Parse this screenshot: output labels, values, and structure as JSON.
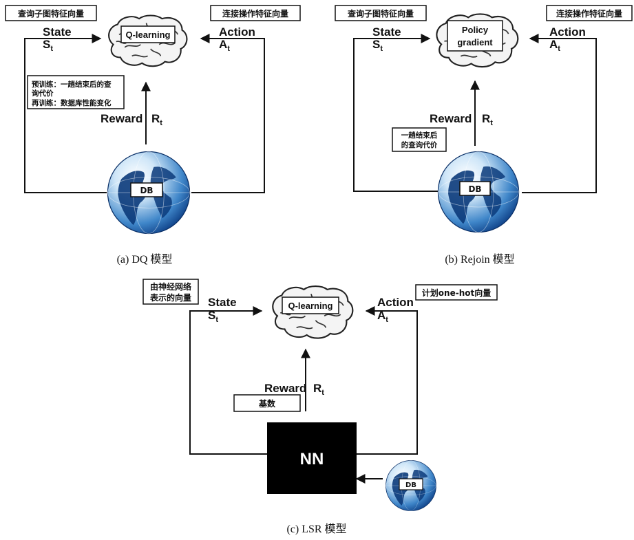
{
  "panel_a": {
    "top_left_box": "查询子图特征向量",
    "top_right_box": "连接操作特征向量",
    "state_label": "State",
    "state_symbol": "S",
    "state_sub": "t",
    "action_label": "Action",
    "action_symbol": "A",
    "action_sub": "t",
    "brain_label": "Q-learning",
    "reward_label": "Reward",
    "reward_symbol": "R",
    "reward_sub": "t",
    "note_line1": "预训练：一趟结束后的查",
    "note_line2": "询代价",
    "note_line3": "再训练：数据库性能变化",
    "db_label": "DB",
    "caption": "(a) DQ 模型"
  },
  "panel_b": {
    "top_left_box": "查询子图特征向量",
    "top_right_box": "连接操作特征向量",
    "state_label": "State",
    "state_symbol": "S",
    "state_sub": "t",
    "action_label": "Action",
    "action_symbol": "A",
    "action_sub": "t",
    "brain_line1": "Policy",
    "brain_line2": "gradient",
    "reward_label": "Reward",
    "reward_symbol": "R",
    "reward_sub": "t",
    "note_line1": "一趟结束后",
    "note_line2": "的查询代价",
    "db_label": "DB",
    "caption": "(b) Rejoin 模型"
  },
  "panel_c": {
    "top_left_line1": "由神经网络",
    "top_left_line2": "表示的向量",
    "top_right_box": "计划one-hot向量",
    "state_label": "State",
    "state_symbol": "S",
    "state_sub": "t",
    "action_label": "Action",
    "action_symbol": "A",
    "action_sub": "t",
    "brain_label": "Q-learning",
    "reward_label": "Reward",
    "reward_symbol": "R",
    "reward_sub": "t",
    "note": "基数",
    "nn_label": "NN",
    "db_label": "DB",
    "caption": "(c) LSR 模型"
  },
  "colors": {
    "ink": "#111111",
    "ocean_light": "#d9ecfa",
    "ocean_dark": "#1f5fa8",
    "land": "#0b3a7a",
    "nn_fill": "#000000"
  },
  "icons": [
    "brain-icon",
    "globe-icon"
  ]
}
